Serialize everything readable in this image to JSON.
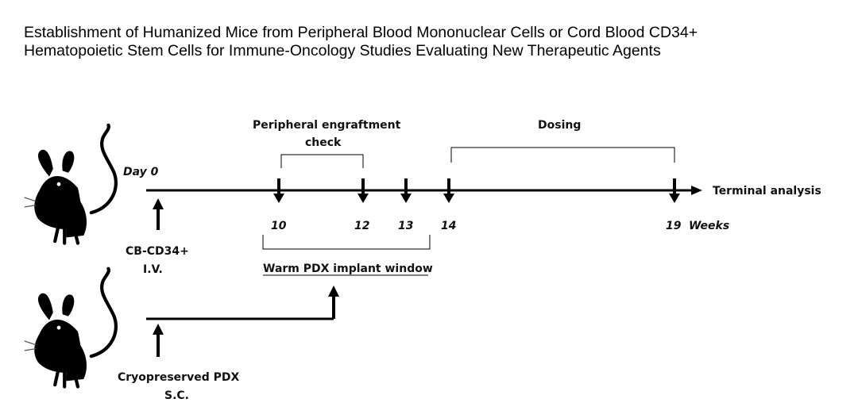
{
  "title": {
    "line1": "Establishment of Humanized Mice from Peripheral Blood Mononuclear Cells or Cord Blood CD34+",
    "line2": "Hematopoietic Stem Cells for Immune-Oncology Studies Evaluating New Therapeutic Agents"
  },
  "timeline": {
    "day0": "Day 0",
    "check_line1": "Peripheral engraftment",
    "check_line2": "check",
    "dosing": "Dosing",
    "terminal": "Terminal analysis",
    "ticks": [
      "10",
      "12",
      "13",
      "14",
      "19"
    ],
    "weeks": "Weeks",
    "cb_line1": "CB-CD34+",
    "cb_line2": "I.V.",
    "warm": "Warm PDX implant window",
    "cryo_line1": "Cryopreserved PDX",
    "cryo_line2": "S.C."
  }
}
